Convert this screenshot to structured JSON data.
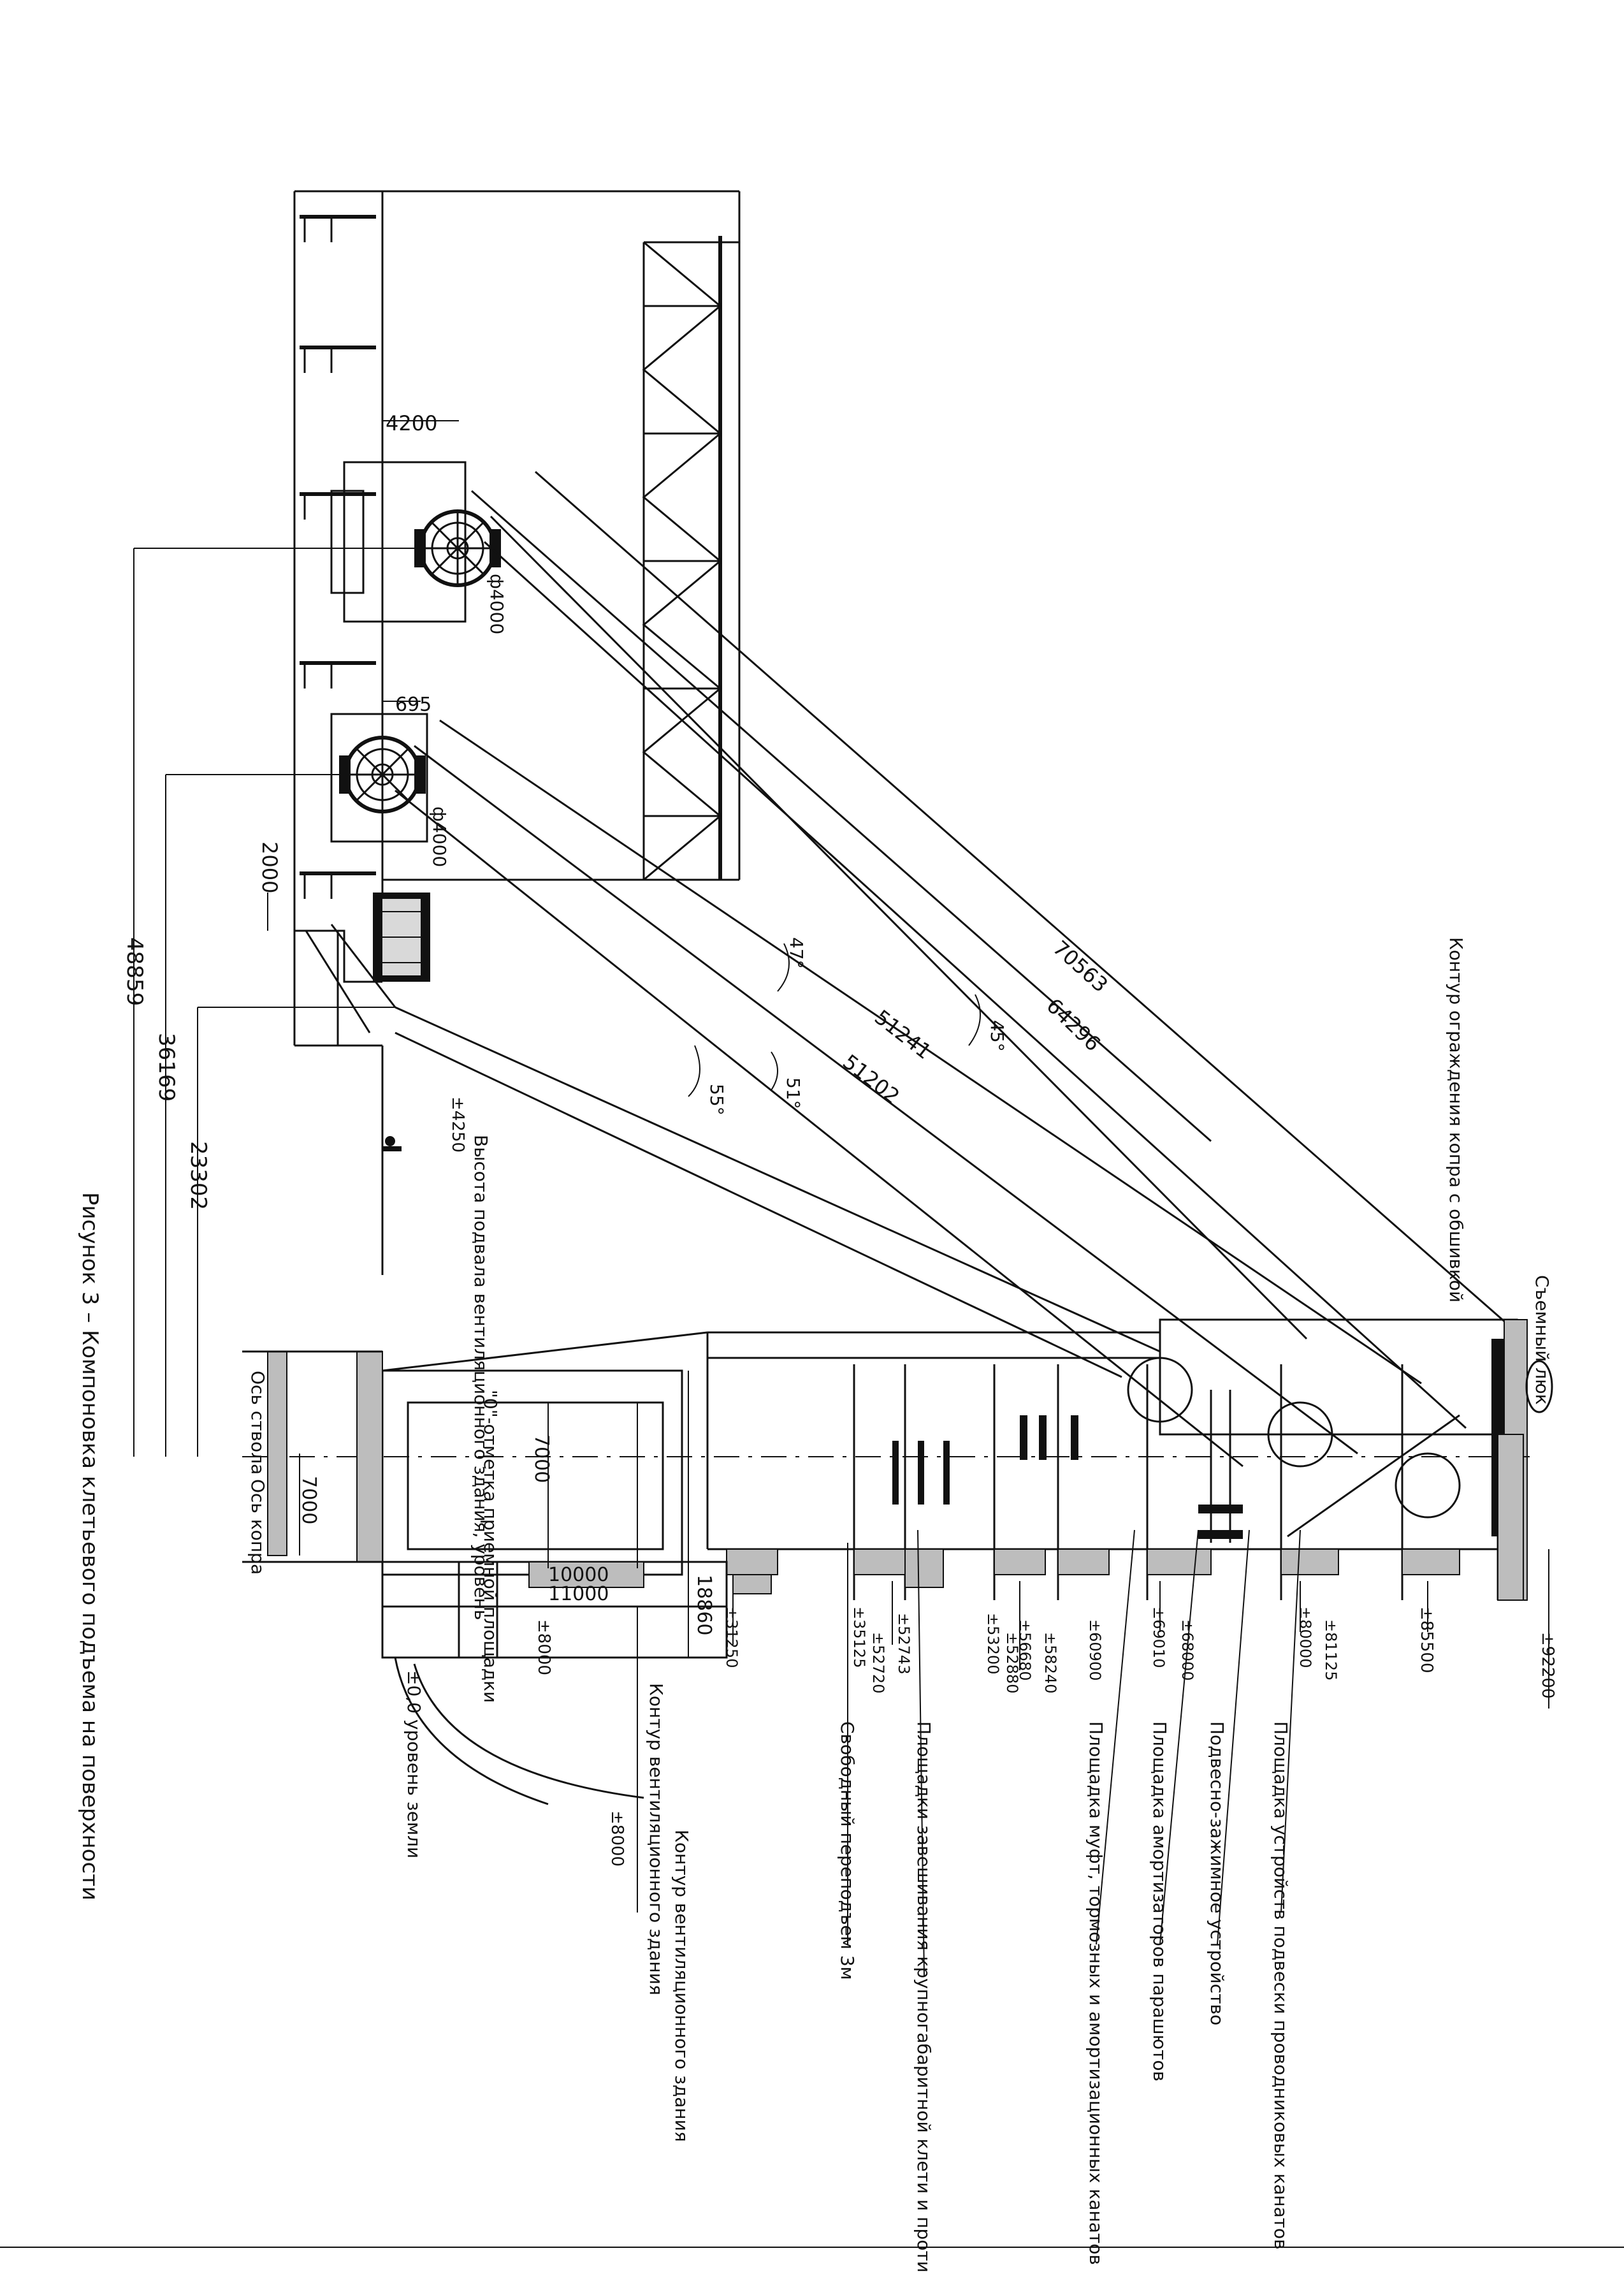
{
  "caption": "Рисунок 3 – Компоновка клетьевого подъема на поверхности",
  "dimensions": {
    "d_48859": "48859",
    "d_36169": "36169",
    "d_23302": "23302",
    "d_2000": "2000",
    "d_695": "695",
    "d_4200": "4200",
    "d_phi_upper": "ф4000",
    "d_phi_lower": "ф4000",
    "d_7000_a": "7000",
    "d_7000_b": "7000",
    "d_10000": "10000",
    "d_11000": "11000",
    "d_18860": "18860",
    "d_51202": "51202",
    "d_51241": "51241",
    "d_64296": "64296",
    "d_70563": "70563"
  },
  "angles": {
    "a_47": "47°",
    "a_55": "55°",
    "a_51": "51°",
    "a_45": "45°"
  },
  "elevations": {
    "e_92200": "±92200",
    "e_85500": "±85500",
    "e_81125": "±81125",
    "e_80000": "±80000",
    "e_69010": "±69010",
    "e_68000": "±68000",
    "e_60900": "±60900",
    "e_58240": "±58240",
    "e_56680": "±56680",
    "e_53200": "±53200",
    "e_52880": "±52880",
    "e_52743": "±52743",
    "e_52720": "±52720",
    "e_35125": "±35125",
    "e_31250": "±31250",
    "e_8000_a": "±8000",
    "e_8000_b": "±8000",
    "e_4250": "±4250"
  },
  "labels": {
    "ground_level": "±0,0 уровень земли",
    "shaft_axis": "Ось ствола",
    "headframe_axis": "Ось копра",
    "removable_hatch": "Съемный люк",
    "headframe_contour": "Контур ограждения копра с обшивкой",
    "zero_mark": "\"0\"-отметка приемной площадки",
    "ventilation_level": "Высота подвала вентиляционного здания, уровень",
    "building_contour": "Контур вентиляционного здания",
    "building_contour_2": "Контур вентиляционного здания",
    "callout_1": "Площадка устройств подвески проводниковых канатов",
    "callout_2": "Подвесно-зажимное устройство",
    "callout_3": "Площадка амортизаторов парашютов",
    "callout_4": "Площадка муфт, тормозных и амортизационных канатов",
    "callout_5": "Площадки завешивания крупногабаритной клети и противовеса",
    "callout_6": "Свободный переподъем 3м"
  }
}
